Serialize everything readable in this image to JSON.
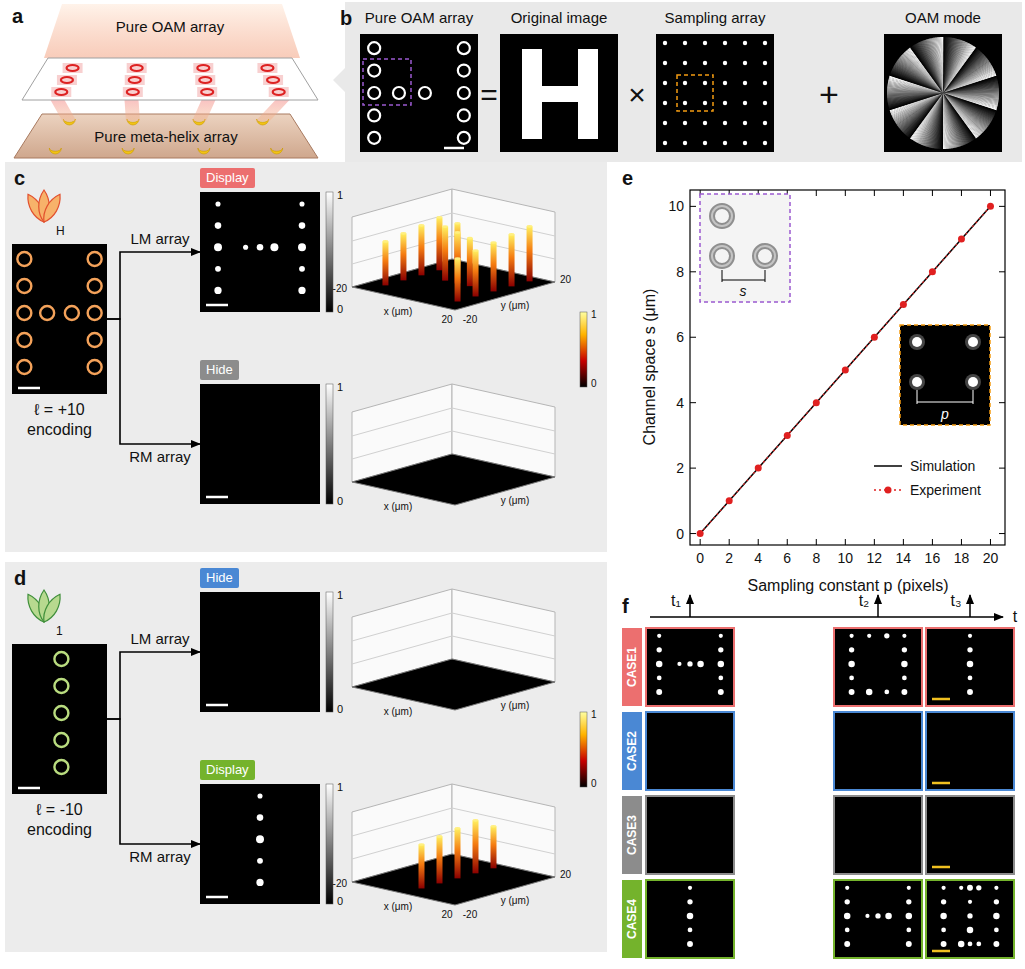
{
  "diagram": {
    "nodes": [
      {
        "text": [
          "Pure OAM array"
        ]
      },
      {
        "text": [
          "Original image"
        ]
      },
      {
        "text": [
          "Sampling array"
        ]
      },
      {
        "text": [
          "OAM mode"
        ]
      },
      {
        "text": [
          "H",
          "ℓ = +10 encoding"
        ]
      },
      {
        "text": [
          "Display"
        ]
      },
      {
        "text": [
          "Hide"
        ]
      },
      {
        "text": [
          "1",
          "ℓ = -10 encoding"
        ]
      },
      {
        "text": [
          "Hide"
        ]
      },
      {
        "text": [
          "Display"
        ]
      },
      {
        "text": [
          "CASE1"
        ]
      },
      {
        "text": [
          "CASE2"
        ]
      },
      {
        "text": [
          "CASE3"
        ]
      },
      {
        "text": [
          "CASE4"
        ]
      }
    ],
    "edges": [
      {
        "from": 4,
        "to": 5,
        "label": "LM array",
        "arrow": "to"
      },
      {
        "from": 4,
        "to": 6,
        "label": "RM array",
        "arrow": "to"
      },
      {
        "from": 7,
        "to": 8,
        "label": "LM array",
        "arrow": "to"
      },
      {
        "from": 7,
        "to": 9,
        "label": "RM array",
        "arrow": "to"
      }
    ],
    "labels": [
      "a",
      "Pure OAM array",
      "Pure meta-helix array",
      "b",
      "=",
      "×",
      "+",
      "c",
      "1",
      "0",
      "1",
      "0",
      "-20",
      "x (μm)",
      "20",
      "20",
      "y (μm)",
      "-20",
      "x (μm)",
      "y (μm)",
      "1",
      "0",
      "d",
      "1",
      "0",
      "1",
      "0",
      "x (μm)",
      "y (μm)",
      "-20",
      "x (μm)",
      "20",
      "20",
      "y (μm)",
      "-20",
      "1",
      "0",
      "e",
      "Channel space s (μm)",
      "Sampling constant p (pixels)",
      "0",
      "2",
      "4",
      "6",
      "8",
      "10",
      "0",
      "2",
      "4",
      "6",
      "8",
      "10",
      "12",
      "14",
      "16",
      "18",
      "20",
      "s",
      "p",
      "f",
      "t₁",
      "t₂",
      "t₃",
      "t"
    ],
    "legend": [
      {
        "text": "Simulation"
      },
      {
        "text": "Experiment"
      }
    ]
  }
}
